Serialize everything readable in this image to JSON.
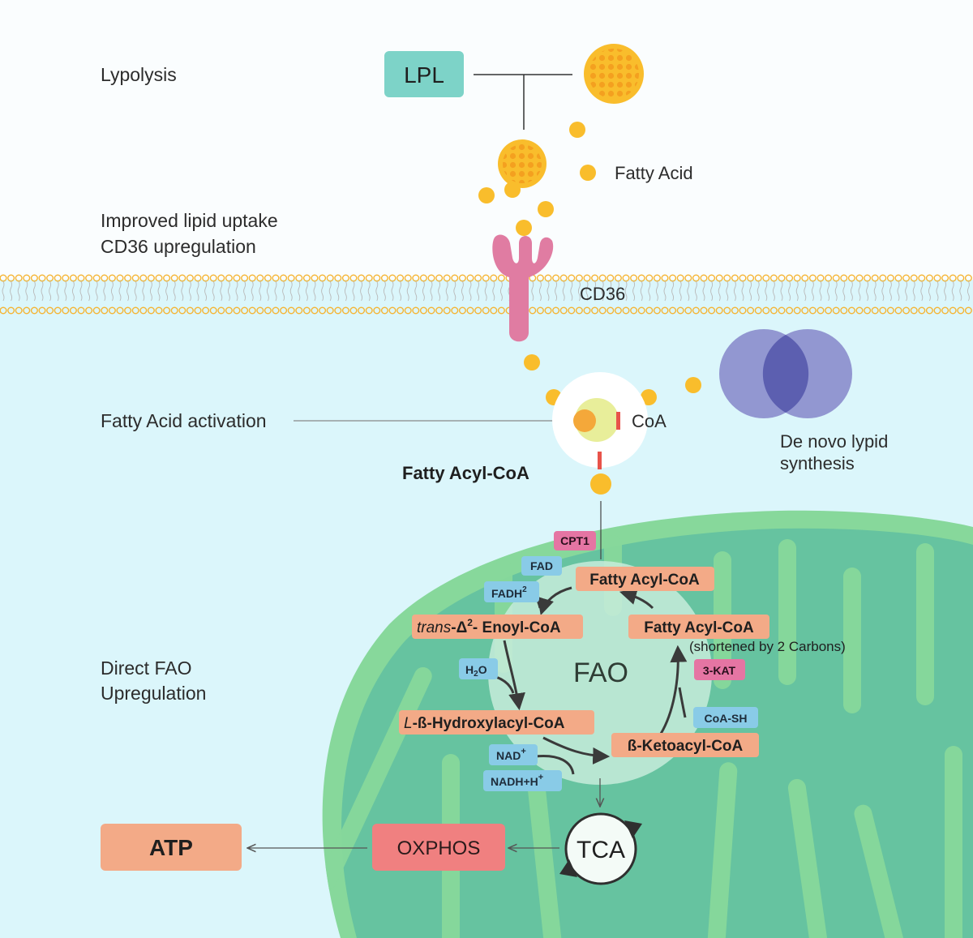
{
  "labels": {
    "lypolysis": "Lypolysis",
    "lpl": "LPL",
    "fatty_acid": "Fatty Acid",
    "uptake_line1": "Improved lipid uptake",
    "uptake_line2": "CD36 upregulation",
    "cd36": "CD36",
    "fa_activation": "Fatty Acid activation",
    "coa": "CoA",
    "de_novo_line1": "De novo lypid",
    "de_novo_line2": "synthesis",
    "fatty_acyl_coa_bold": "Fatty Acyl-CoA",
    "direct_fao_line1": "Direct FAO",
    "direct_fao_line2": "Upregulation",
    "atp": "ATP",
    "oxphos": "OXPHOS",
    "tca": "TCA",
    "fao": "FAO"
  },
  "cycle": {
    "fatty_acyl_coa": "Fatty Acyl-CoA",
    "enoyl_prefix": "trans",
    "enoyl_mid": "-Δ",
    "enoyl_sup": "2",
    "enoyl_suffix": "- Enoyl-CoA",
    "hydroxy_prefix": "L",
    "hydroxy_suffix": "-ß-Hydroxylacyl-CoA",
    "ketoacyl": "ß-Ketoacyl-CoA",
    "fatty_acyl_coa_short": "Fatty Acyl-CoA",
    "shortened_note": "(shortened by 2 Carbons)"
  },
  "tags": {
    "cpt1": "CPT1",
    "fad": "FAD",
    "fadh": "FADH",
    "fadh_sup": "2",
    "h2o_h": "H",
    "h2o_2": "2",
    "h2o_o": "O",
    "nad": "NAD",
    "nad_sup": "+",
    "nadh": "NADH+H",
    "nadh_sup": "+",
    "kat": "3-KAT",
    "coash": "CoA-SH"
  },
  "colors": {
    "cell_bg": "#dbf6fb",
    "top_bg": "#fafdfe",
    "membrane": "#f5b432",
    "lpl_box": "#7dd3c8",
    "fatty_acid": "#f9bd2c",
    "cd36_receptor": "#e07ca2",
    "mito_outer": "#87d89b",
    "mito_inner": "#66c3a0",
    "orange_box": "#f3aa87",
    "blue_tag": "#89cbe7",
    "pink_tag": "#e575a3",
    "atp_box": "#f3aa87",
    "oxphos_box": "#f08080",
    "de_novo": "#8a8dcc"
  }
}
